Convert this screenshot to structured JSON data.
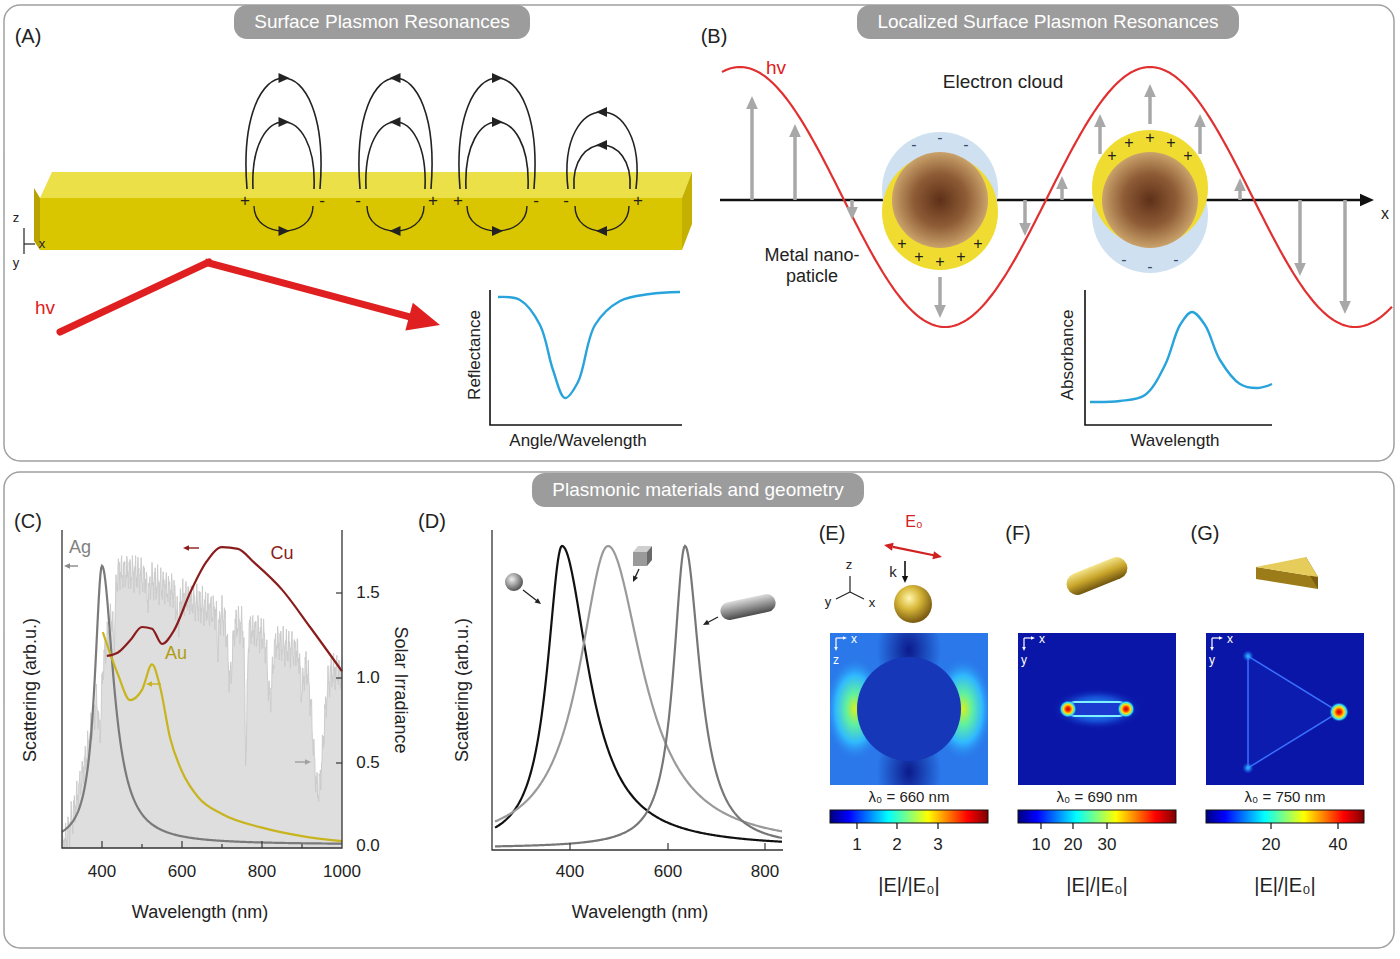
{
  "diagram": {
    "nodes": [
      {
        "text": [
          "Surface Plasmon Resonances"
        ]
      },
      {
        "text": [
          "Localized Surface Plasmon Resonances"
        ]
      },
      {
        "text": [
          "Plasmonic materials and geometry"
        ]
      }
    ],
    "labels": [
      "(A)",
      "z",
      "x",
      "y",
      "hv",
      "+",
      "-",
      "-",
      "+",
      "+",
      "-",
      "-",
      "+",
      "Reflectance",
      "Angle/Wavelength",
      "(B)",
      "hv",
      "Electron cloud",
      "Metal nano-paticle",
      "x",
      "-",
      "-",
      "-",
      "+",
      "+",
      "+",
      "+",
      "+",
      "+",
      "+",
      "+",
      "+",
      "+",
      "-",
      "-",
      "-",
      "Absorbance",
      "Wavelength",
      "(C)",
      "Ag",
      "Cu",
      "Au",
      "Scattering (arb.u.)",
      "Solar Irradiance",
      "0.0",
      "0.5",
      "1.0",
      "1.5",
      "400",
      "600",
      "800",
      "1000",
      "Wavelength (nm)",
      "(D)",
      "Scattering (arb.u.)",
      "400",
      "600",
      "800",
      "Wavelength (nm)",
      "(E)",
      "E₀",
      "k",
      "z",
      "y",
      "x",
      "x",
      "z",
      "λ₀ = 660 nm",
      "1",
      "2",
      "3",
      "|E|/|E₀|",
      "(F)",
      "x",
      "y",
      "λ₀ = 690 nm",
      "10",
      "20",
      "30",
      "|E|/|E₀|",
      "(G)",
      "x",
      "y",
      "λ₀ = 750 nm",
      "20",
      "40",
      "|E|/|E₀|"
    ]
  }
}
